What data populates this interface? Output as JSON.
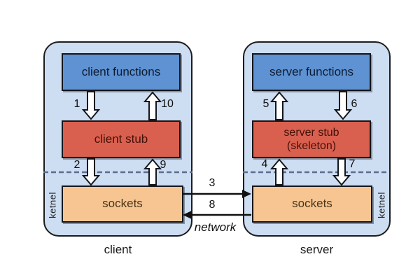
{
  "client": {
    "caption": "client",
    "kernel": "ketnel",
    "functions": "client functions",
    "stub": "client stub",
    "sockets": "sockets"
  },
  "server": {
    "caption": "server",
    "kernel": "ketnel",
    "functions": "server functions",
    "stub_line1": "server stub",
    "stub_line2": "(skeleton)",
    "sockets": "sockets"
  },
  "network_label": "network",
  "steps": {
    "1": "1",
    "2": "2",
    "3": "3",
    "4": "4",
    "5": "5",
    "6": "6",
    "7": "7",
    "8": "8",
    "9": "9",
    "10": "10"
  },
  "colors": {
    "host_fill": "#cdddf2",
    "functions_fill": "#5e92d2",
    "stub_fill": "#d9604f",
    "sockets_fill": "#f6c592",
    "outline": "#1c1c1c",
    "kernel_boundary_dash": "#5b6d91"
  }
}
